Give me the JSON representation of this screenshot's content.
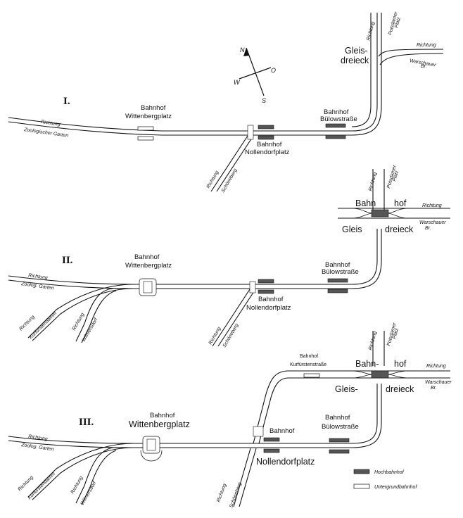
{
  "compass": {
    "n": "N",
    "w": "W",
    "o": "O",
    "s": "S"
  },
  "panels": [
    {
      "roman": "I.",
      "wittenberg": [
        "Bahnhof",
        "Wittenbergplatz"
      ],
      "buelow": [
        "Bahnhof",
        "Bülowstraße"
      ],
      "nollendorf": [
        "Bahnhof",
        "Nollendorfplatz"
      ],
      "gleis": [
        "Gleis-",
        "dreieck"
      ],
      "dir_zoo": [
        "Richtung",
        "Zoologischer Garten"
      ],
      "dir_schoeneberg": [
        "Richtung",
        "Schöneberg"
      ],
      "dir_potsdamer": [
        "Richtung",
        "Potsdamer",
        "Platz"
      ],
      "dir_warschauer": [
        "Richtung",
        "Warschauer",
        "Br."
      ]
    },
    {
      "roman": "II.",
      "wittenberg": [
        "Bahnhof",
        "Wittenbergplatz"
      ],
      "buelow": [
        "Bahnhof",
        "Bülowstraße"
      ],
      "nollendorf": [
        "Bahnhof",
        "Nollendorfplatz"
      ],
      "gleis_top": [
        "Bahn",
        "hof"
      ],
      "gleis_bottom": [
        "Gleis",
        "dreieck"
      ],
      "dir_zoo": [
        "Richtung",
        "Zoolog. Garten"
      ],
      "dir_kurfuerstendamm": [
        "Richtung",
        "Kurfürstendamm"
      ],
      "dir_wilmersdorf": [
        "Richtung",
        "Wilmersdorf"
      ],
      "dir_schoeneberg": [
        "Richtung",
        "Schöneberg"
      ],
      "dir_potsdamer": [
        "Richtung",
        "Potsdamer",
        "Platz"
      ],
      "dir_warschauer": [
        "Richtung",
        "Warschauer",
        "Br."
      ]
    },
    {
      "roman": "III.",
      "wittenberg": [
        "Bahnhof",
        "Wittenbergplatz"
      ],
      "buelow": [
        "Bahnhof",
        "Bülowstraße"
      ],
      "nollendorf": [
        "Bahnhof",
        "Nollendorfplatz"
      ],
      "kurfuersten": [
        "Bahnhof",
        "Kurfürstenstraße"
      ],
      "gleis_top": [
        "Bahn-",
        "hof"
      ],
      "gleis_bottom": [
        "Gleis-",
        "dreieck"
      ],
      "dir_zoo": [
        "Richtung",
        "Zoolog. Garten"
      ],
      "dir_kurfuerstendamm": [
        "Richtung",
        "Kurfürstendamm"
      ],
      "dir_wilmersdorf": [
        "Richtung",
        "Wilmersdorf"
      ],
      "dir_schoeneberg": [
        "Richtung",
        "Schöneberg"
      ],
      "dir_potsdamer": [
        "Richtung",
        "Potsdamer",
        "Platz"
      ],
      "dir_warschauer": [
        "Richtung",
        "Warschauer",
        "Br."
      ]
    }
  ],
  "legend": {
    "hochbahnhof": "Hochbahnhof",
    "untergrundbahnhof": "Untergrundbahnhof"
  }
}
